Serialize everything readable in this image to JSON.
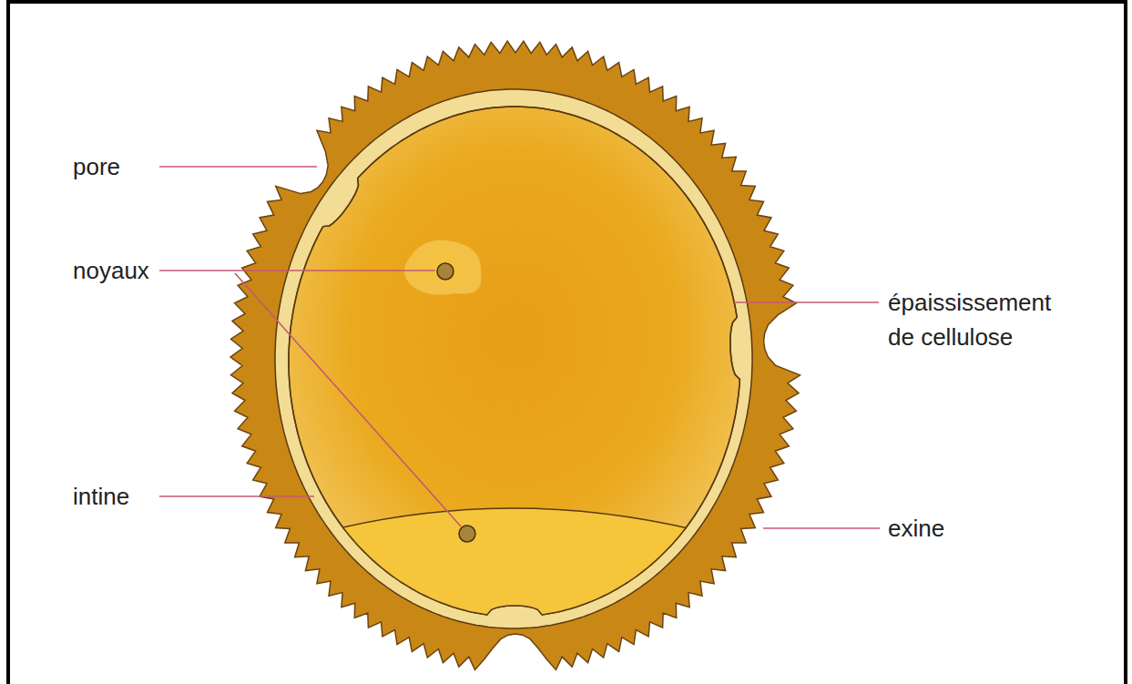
{
  "diagram": {
    "labels": [
      "pore",
      "noyaux",
      "intine",
      "épaississement de cellulose",
      "exine"
    ]
  }
}
